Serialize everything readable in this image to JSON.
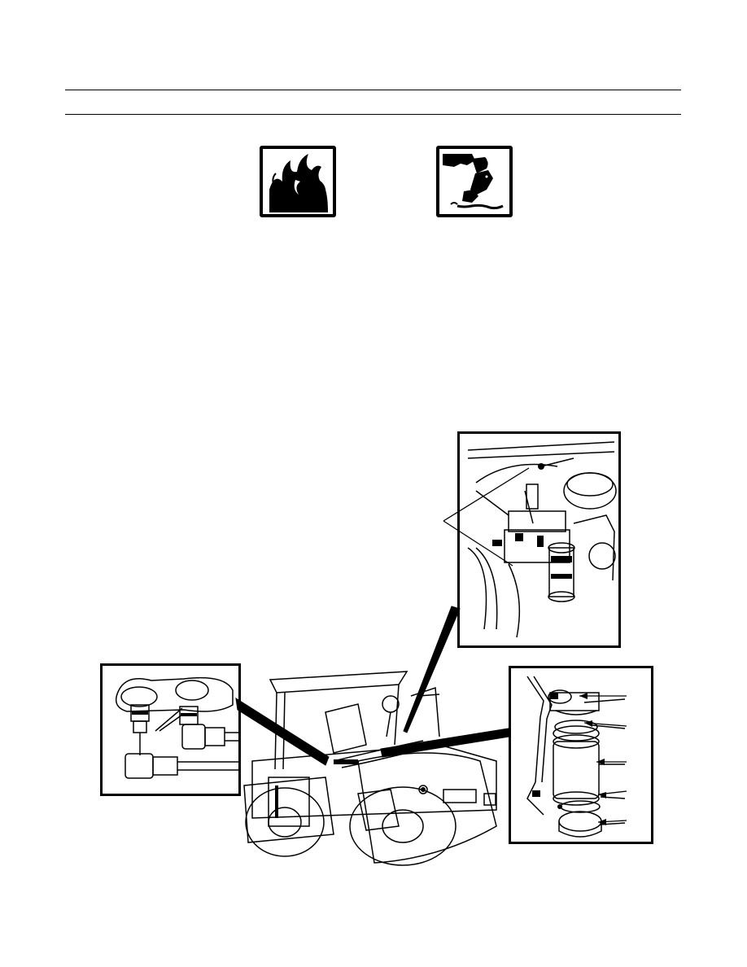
{
  "page": {
    "icons": [
      {
        "name": "fire-warning-icon"
      },
      {
        "name": "hot-fluid-burn-warning-icon"
      }
    ]
  },
  "figure": {
    "panels": [
      {
        "name": "valve-block-detail"
      },
      {
        "name": "hydraulic-fitting-detail"
      },
      {
        "name": "filter-assembly-detail"
      }
    ]
  }
}
